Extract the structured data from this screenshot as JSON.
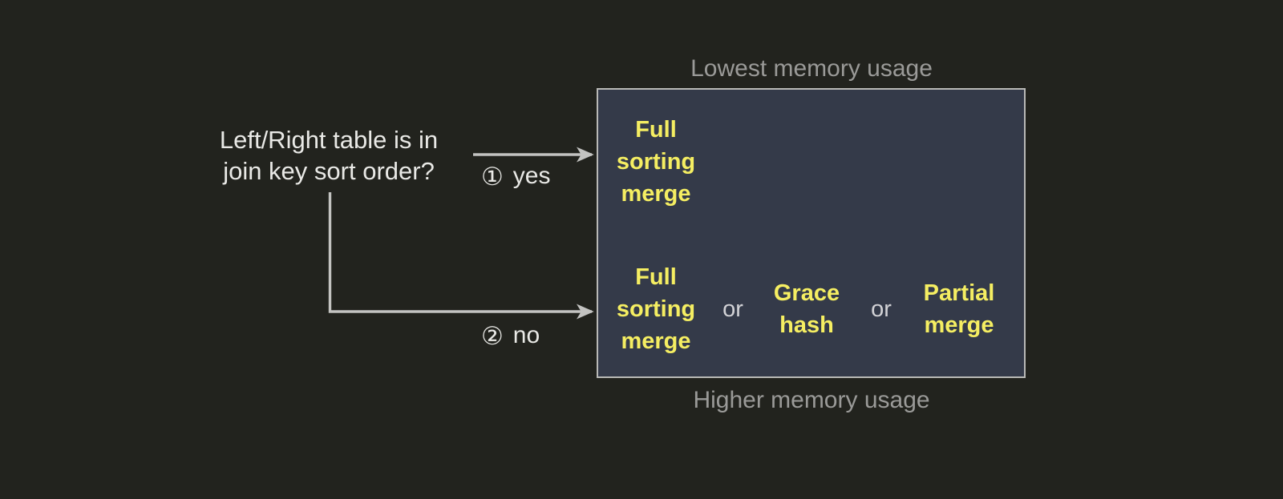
{
  "diagram": {
    "question": {
      "lines": [
        "Left/Right table is in",
        "join key sort order?"
      ]
    },
    "branches": [
      {
        "marker": "①",
        "label": "yes"
      },
      {
        "marker": "②",
        "label": "no"
      }
    ],
    "captions": {
      "top": "Lowest memory usage",
      "bottom": "Higher memory usage"
    },
    "panel": {
      "rows": [
        {
          "options": [
            {
              "lines": [
                "Full",
                "sorting",
                "merge"
              ]
            }
          ],
          "separators": []
        },
        {
          "options": [
            {
              "lines": [
                "Full",
                "sorting",
                "merge"
              ]
            },
            {
              "lines": [
                "Grace",
                "hash"
              ]
            },
            {
              "lines": [
                "Partial",
                "merge"
              ]
            }
          ],
          "separators": [
            "or",
            "or"
          ]
        }
      ]
    },
    "colors": {
      "background": "#22231e",
      "panel_fill": "#343a49",
      "panel_border": "#b9b9b7",
      "option_text": "#f5ee62",
      "body_text": "#e9e9e6",
      "muted_text": "#9a9a98",
      "connector": "#c3c3c1"
    }
  }
}
